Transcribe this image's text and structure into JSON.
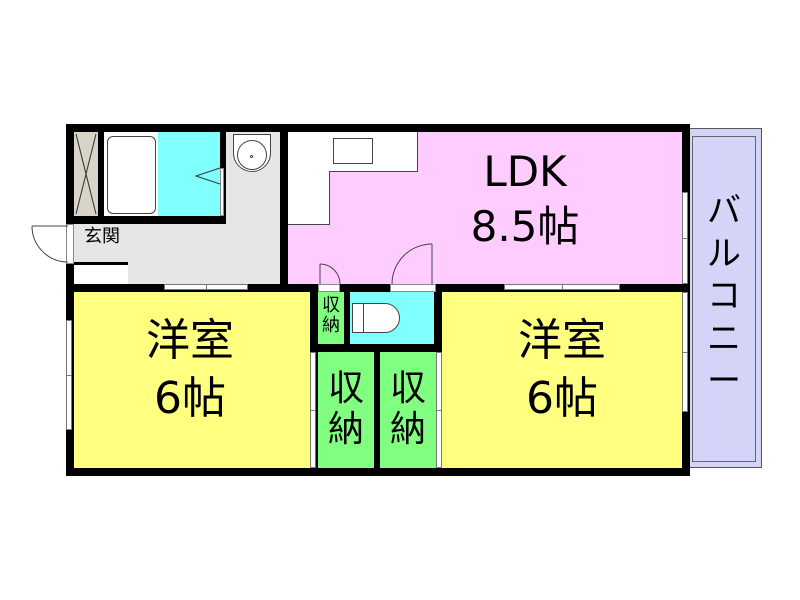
{
  "floorplan": {
    "colors": {
      "wall": "#000000",
      "ldk": "#ffccff",
      "western_room": "#ffff80",
      "storage": "#80ff80",
      "wet_area": "#80ffff",
      "hall": "#e6e6e6",
      "balcony": "#d4d4f8",
      "closet_entry": "#d8d4c8"
    },
    "rooms": {
      "ldk": {
        "name": "LDK",
        "size": "8.5帖"
      },
      "western_left": {
        "name": "洋室",
        "size": "6帖"
      },
      "western_right": {
        "name": "洋室",
        "size": "6帖"
      },
      "storage_small": {
        "name": "収\n納"
      },
      "storage_left": {
        "name": "収\n納"
      },
      "storage_right": {
        "name": "収\n納"
      },
      "entrance": {
        "name": "玄関"
      },
      "balcony": {
        "name": "バ\nル\nコ\nニ\nー"
      }
    },
    "fixtures": [
      "bathtub-icon",
      "washbasin-icon",
      "toilet-icon",
      "kitchen-sink-icon",
      "shoe-closet"
    ]
  }
}
